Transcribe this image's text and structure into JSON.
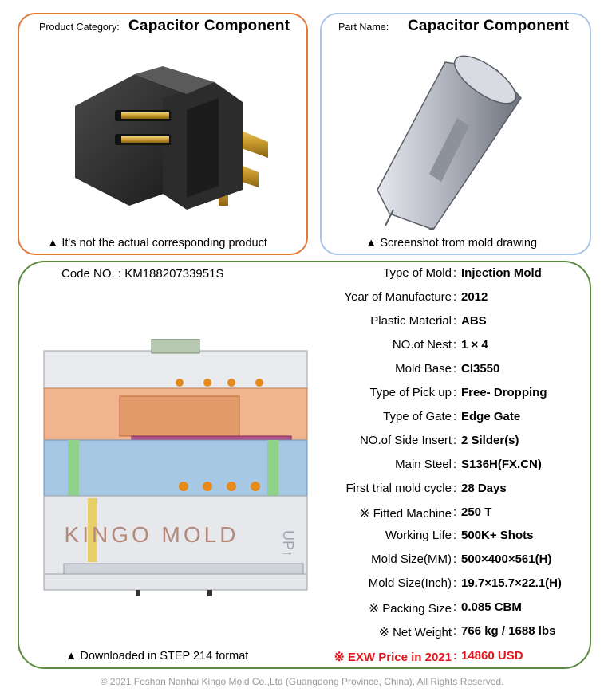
{
  "category": {
    "label": "Product Category:",
    "value": "Capacitor Component",
    "caption": "▲ It's not the actual corresponding product"
  },
  "part": {
    "label": "Part Name:",
    "value": "Capacitor Component",
    "caption": "▲ Screenshot from mold drawing"
  },
  "mold": {
    "code": "Code NO. : KM18820733951S",
    "image_text": "KINGO MOLD",
    "image_up_text": "UP↑",
    "caption": "▲ Downloaded in STEP 214 format"
  },
  "specs": [
    {
      "label": "Type of Mold",
      "value": "Injection Mold",
      "mark": ""
    },
    {
      "label": "Year of Manufacture",
      "value": "2012",
      "mark": ""
    },
    {
      "label": "Plastic Material",
      "value": "ABS",
      "mark": ""
    },
    {
      "label": "NO.of Nest",
      "value": "1 × 4",
      "mark": ""
    },
    {
      "label": "Mold Base",
      "value": "CI3550",
      "mark": ""
    },
    {
      "label": "Type of Pick up",
      "value": "Free- Dropping",
      "mark": ""
    },
    {
      "label": "Type of Gate",
      "value": "Edge Gate",
      "mark": ""
    },
    {
      "label": "NO.of Side Insert",
      "value": "2 Silder(s)",
      "mark": ""
    },
    {
      "label": "Main Steel",
      "value": "S136H(FX.CN)",
      "mark": ""
    },
    {
      "label": "First trial mold cycle",
      "value": "28 Days",
      "mark": ""
    },
    {
      "label": "Fitted Machine",
      "value": "250 T",
      "mark": "※"
    },
    {
      "label": "Working Life",
      "value": "500K+ Shots",
      "mark": ""
    },
    {
      "label": "Mold Size(MM)",
      "value": "500×400×561(H)",
      "mark": ""
    },
    {
      "label": "Mold Size(Inch)",
      "value": "19.7×15.7×22.1(H)",
      "mark": ""
    },
    {
      "label": "Packing Size",
      "value": "0.085 CBM",
      "mark": "※"
    },
    {
      "label": "Net Weight",
      "value": "766 kg  / 1688 lbs",
      "mark": "※"
    }
  ],
  "price": {
    "mark": "※",
    "label": "EXW Price in 2021",
    "value": "14860 USD",
    "color": "#e0171b"
  },
  "footer": "© 2021 Foshan Nanhai Kingo Mold Co.,Ltd (Guangdong Province, China).  All Rights Reserved.",
  "colors": {
    "category_border": "#e07a3a",
    "part_border": "#a9c6e2",
    "spec_border": "#5a8a3c"
  }
}
